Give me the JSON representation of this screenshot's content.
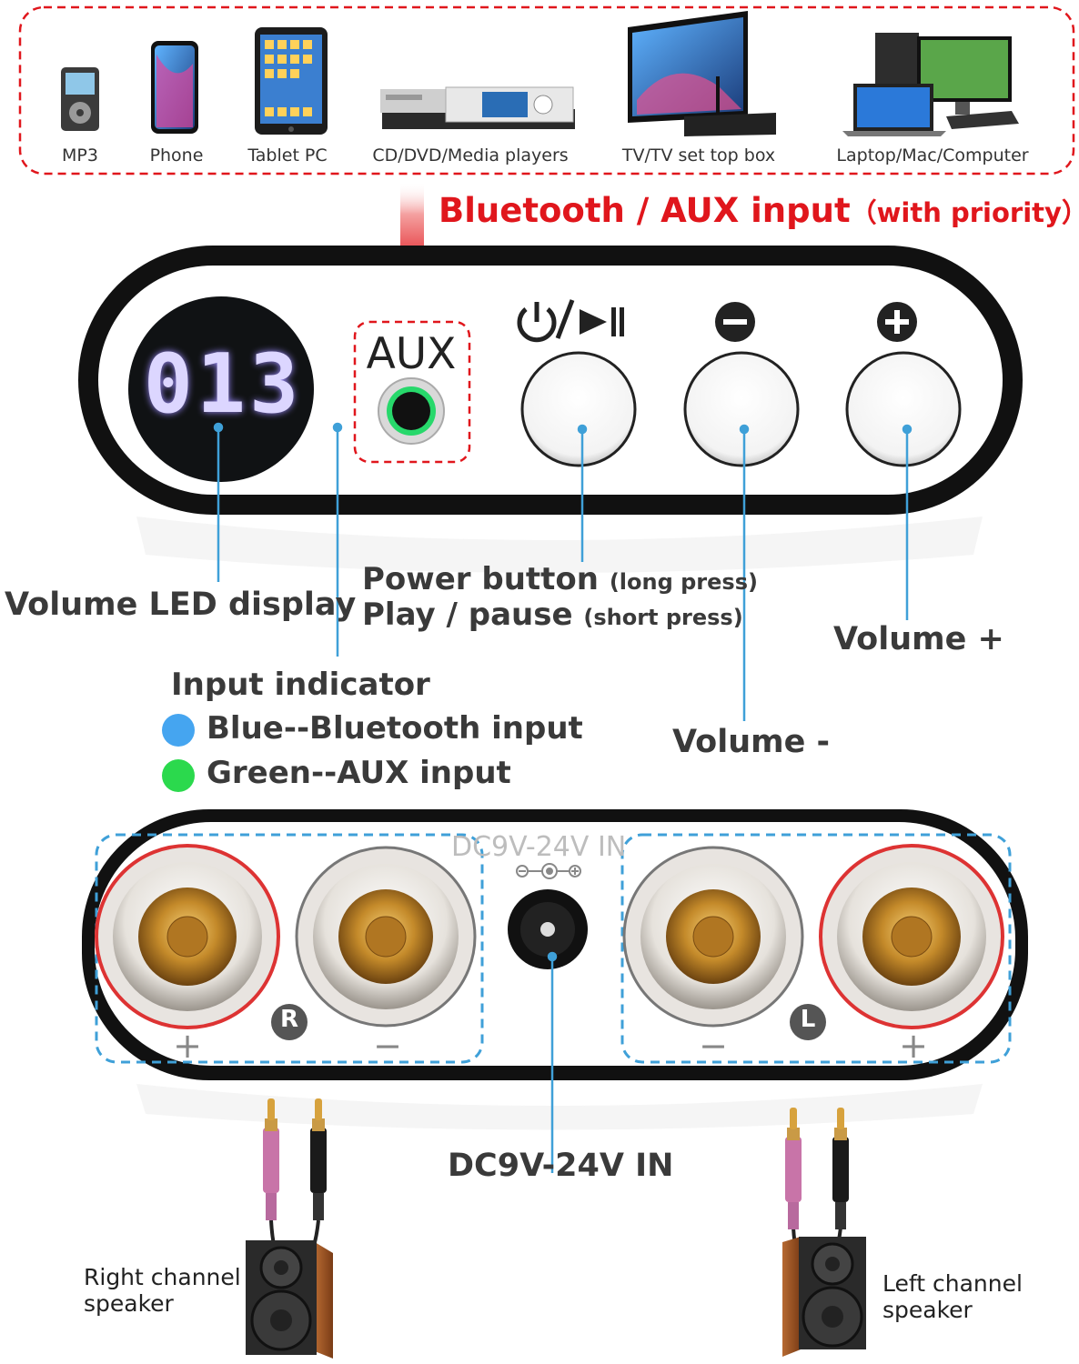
{
  "sources": [
    {
      "id": "mp3",
      "label": "MP3",
      "icon": "mp3-player-icon"
    },
    {
      "id": "phone",
      "label": "Phone",
      "icon": "smartphone-icon"
    },
    {
      "id": "tablet",
      "label": "Tablet PC",
      "icon": "tablet-icon"
    },
    {
      "id": "media",
      "label": "CD/DVD/Media players",
      "icon": "media-player-icon"
    },
    {
      "id": "tv",
      "label": "TV/TV set top box",
      "icon": "tv-icon"
    },
    {
      "id": "computer",
      "label": "Laptop/Mac/Computer",
      "icon": "computer-icon"
    }
  ],
  "input_heading": {
    "main": "Bluetooth / AUX input",
    "note": "（with priority）"
  },
  "front_panel": {
    "led_value": "013",
    "aux_label": "AUX",
    "power_play_symbol": "⏻/⏯",
    "minus_symbol": "−",
    "plus_symbol": "+"
  },
  "callouts": {
    "volume_led": "Volume LED display",
    "power_button": "Power button",
    "power_note": "(long press)",
    "play_pause": "Play / pause",
    "play_note": "(short press)",
    "volume_plus": "Volume +",
    "volume_minus": "Volume -",
    "input_indicator": "Input indicator",
    "blue_input": "Blue--Bluetooth input",
    "green_input": "Green--AUX input"
  },
  "indicator_colors": {
    "blue": "#45a5f0",
    "green": "#2bd94d"
  },
  "accent_red": "#e0161c",
  "leader_blue": "#3fa0d8",
  "back_panel": {
    "dc_label": "DC9V-24V IN",
    "right_badge": "R",
    "left_badge": "L",
    "plus": "+",
    "minus": "−"
  },
  "bottom": {
    "dc_callout": "DC9V-24V IN",
    "right_speaker": "Right channel\nspeaker",
    "left_speaker": "Left channel\nspeaker"
  }
}
